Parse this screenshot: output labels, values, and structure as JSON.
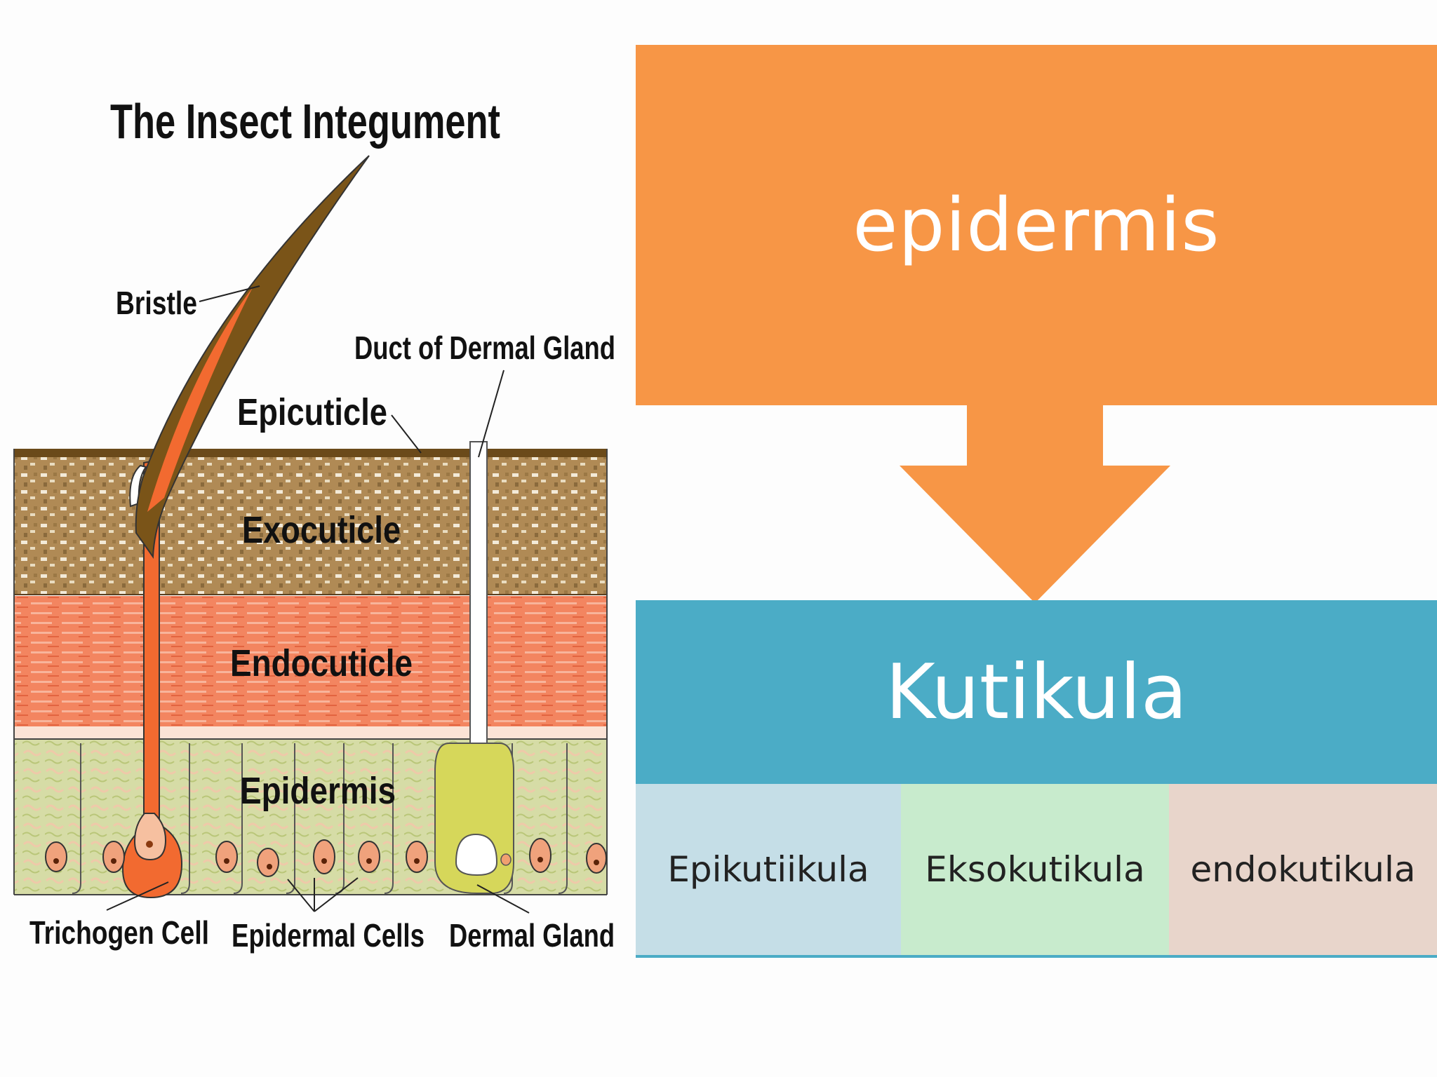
{
  "diagram": {
    "title": "The Insect Integument",
    "labels": {
      "bristle": "Bristle",
      "duct": "Duct of Dermal Gland",
      "epicuticle": "Epicuticle",
      "exocuticle": "Exocuticle",
      "endocuticle": "Endocuticle",
      "epidermis": "Epidermis",
      "trichogen": "Trichogen Cell",
      "epidermal_cells": "Epidermal Cells",
      "dermal_gland": "Dermal Gland"
    },
    "colors": {
      "epicuticle": "#6b4a1a",
      "exocuticle": "#b08a55",
      "endocuticle": "#f07a4e",
      "epidermis": "#cdd59a",
      "bristle": "#7a5418",
      "trichogen": "#f26a30",
      "nucleus": "#8a3a10"
    }
  },
  "flow": {
    "top": {
      "label": "epidermis",
      "color": "#f79646"
    },
    "middle": {
      "label": "Kutikula",
      "color": "#4bacc6"
    },
    "layers": [
      {
        "label": "Epikutiikula",
        "color": "#c5dee7"
      },
      {
        "label": "Eksokutikula",
        "color": "#c8ebcd"
      },
      {
        "label": "endokutikula",
        "color": "#e8d5cb"
      }
    ],
    "underline_color": "#4bacc6"
  }
}
